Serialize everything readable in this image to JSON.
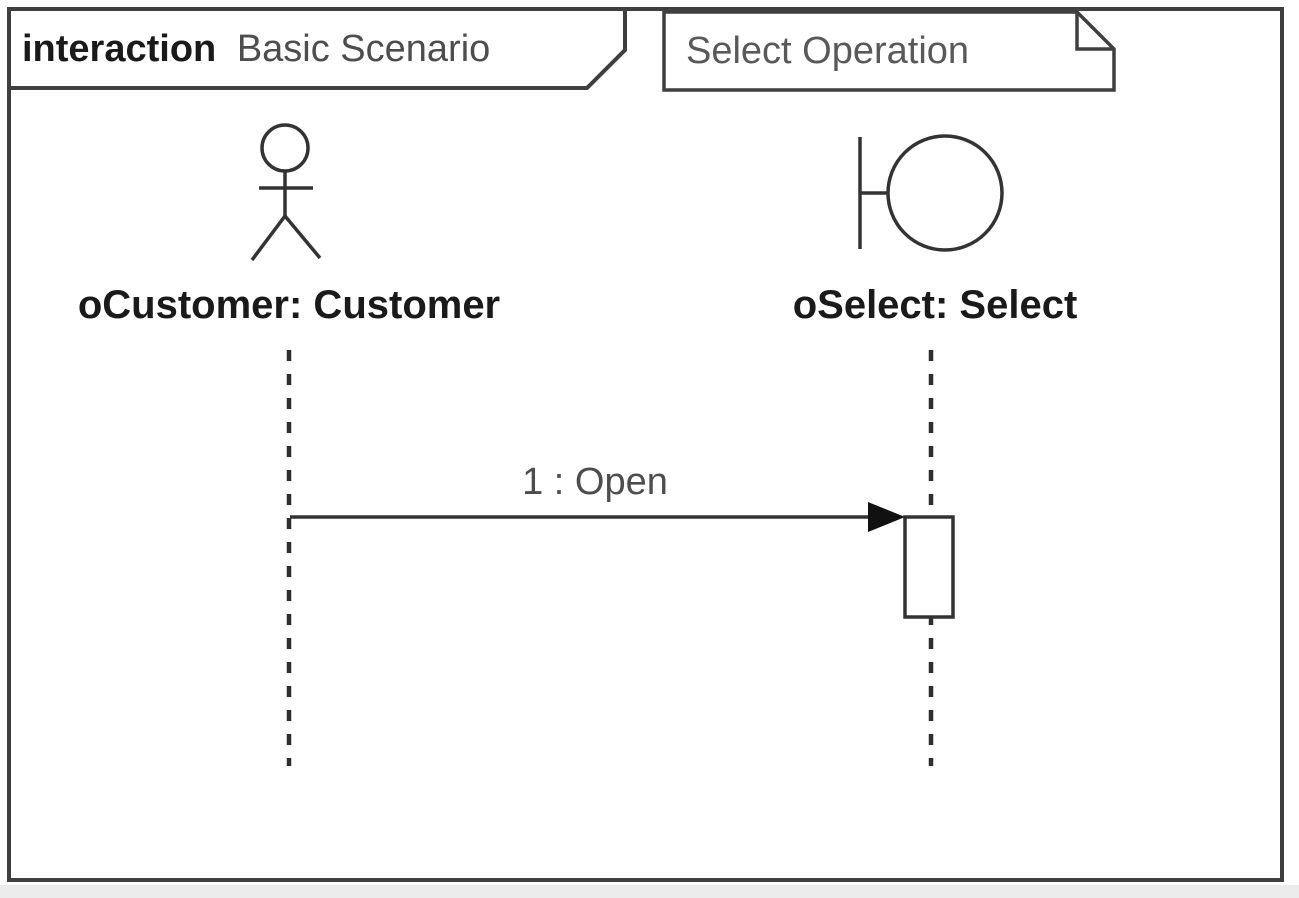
{
  "diagram": {
    "type": "uml-sequence-diagram",
    "frame": {
      "keyword": "interaction",
      "title": "Basic Scenario"
    },
    "note": {
      "text": "Select Operation"
    },
    "lifelines": [
      {
        "id": "customer",
        "label": "oCustomer: Customer",
        "icon": "actor"
      },
      {
        "id": "select",
        "label": "oSelect: Select",
        "icon": "boundary"
      }
    ],
    "messages": [
      {
        "seq": "1",
        "label": "1 : Open",
        "from": "customer",
        "to": "select",
        "kind": "synchronous"
      }
    ],
    "colors": {
      "stroke": "#3f3f3f",
      "label_text": "#1a1a1a",
      "secondary_text": "#4d4d4d",
      "note_text": "#595959",
      "arrowhead": "#111111",
      "background": "#ffffff",
      "page_edge": "#ececec"
    }
  }
}
